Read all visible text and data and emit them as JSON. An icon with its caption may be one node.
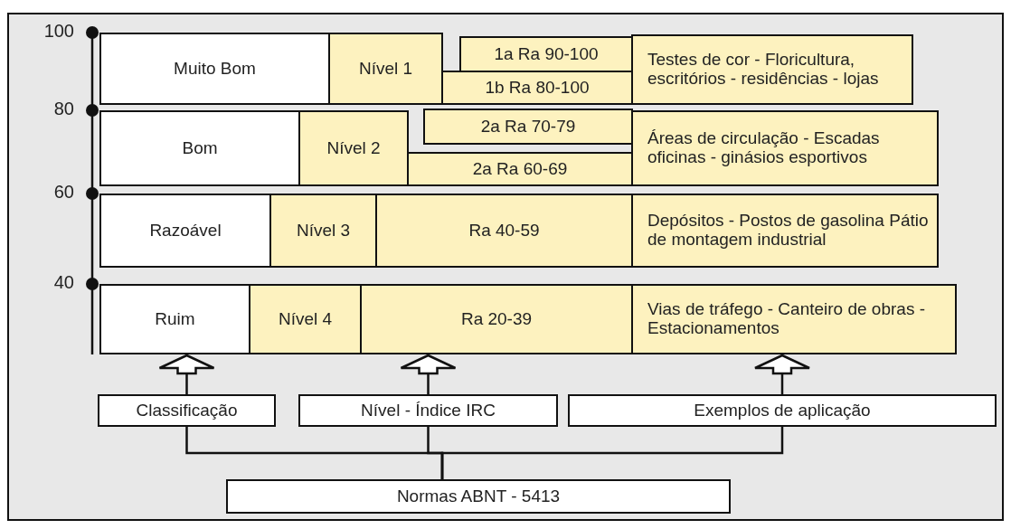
{
  "diagram": {
    "nodes": [
      {
        "text": [
          "Muito Bom"
        ]
      },
      {
        "text": [
          "Nível 1"
        ]
      },
      {
        "text": [
          "1a  Ra 90-100"
        ]
      },
      {
        "text": [
          "1b Ra 80-100"
        ]
      },
      {
        "text": [
          "Testes de cor - Floricultura, escritórios - residências - lojas"
        ]
      },
      {
        "text": [
          "Bom"
        ]
      },
      {
        "text": [
          "Nível 2"
        ]
      },
      {
        "text": [
          "2a Ra 70-79"
        ]
      },
      {
        "text": [
          "2a Ra 60-69"
        ]
      },
      {
        "text": [
          "Áreas de circulação - Escadas oficinas - ginásios esportivos"
        ]
      },
      {
        "text": [
          "Razoável"
        ]
      },
      {
        "text": [
          "Nível 3"
        ]
      },
      {
        "text": [
          "Ra 40-59"
        ]
      },
      {
        "text": [
          "Depósitos - Postos de gasolina Pátio de montagem industrial"
        ]
      },
      {
        "text": [
          "Ruim"
        ]
      },
      {
        "text": [
          "Nível 4"
        ]
      },
      {
        "text": [
          "Ra 20-39"
        ]
      },
      {
        "text": [
          "Vias de tráfego - Canteiro de obras - Estacionamentos"
        ]
      },
      {
        "text": [
          "Classificação"
        ]
      },
      {
        "text": [
          "Nível - Índice IRC"
        ]
      },
      {
        "text": [
          "Exemplos de aplicação"
        ]
      },
      {
        "text": [
          "Normas ABNT - 5413"
        ]
      }
    ],
    "edges": [
      {
        "from": 18,
        "to": 14,
        "arrow": "to"
      },
      {
        "from": 19,
        "to": 16,
        "arrow": "to"
      },
      {
        "from": 20,
        "to": 17,
        "arrow": "to"
      },
      {
        "from": 21,
        "to": 18,
        "arrow": "none"
      },
      {
        "from": 21,
        "to": 19,
        "arrow": "none"
      },
      {
        "from": 21,
        "to": 20,
        "arrow": "none"
      }
    ],
    "labels": [
      "100",
      "80",
      "60",
      "40"
    ]
  }
}
